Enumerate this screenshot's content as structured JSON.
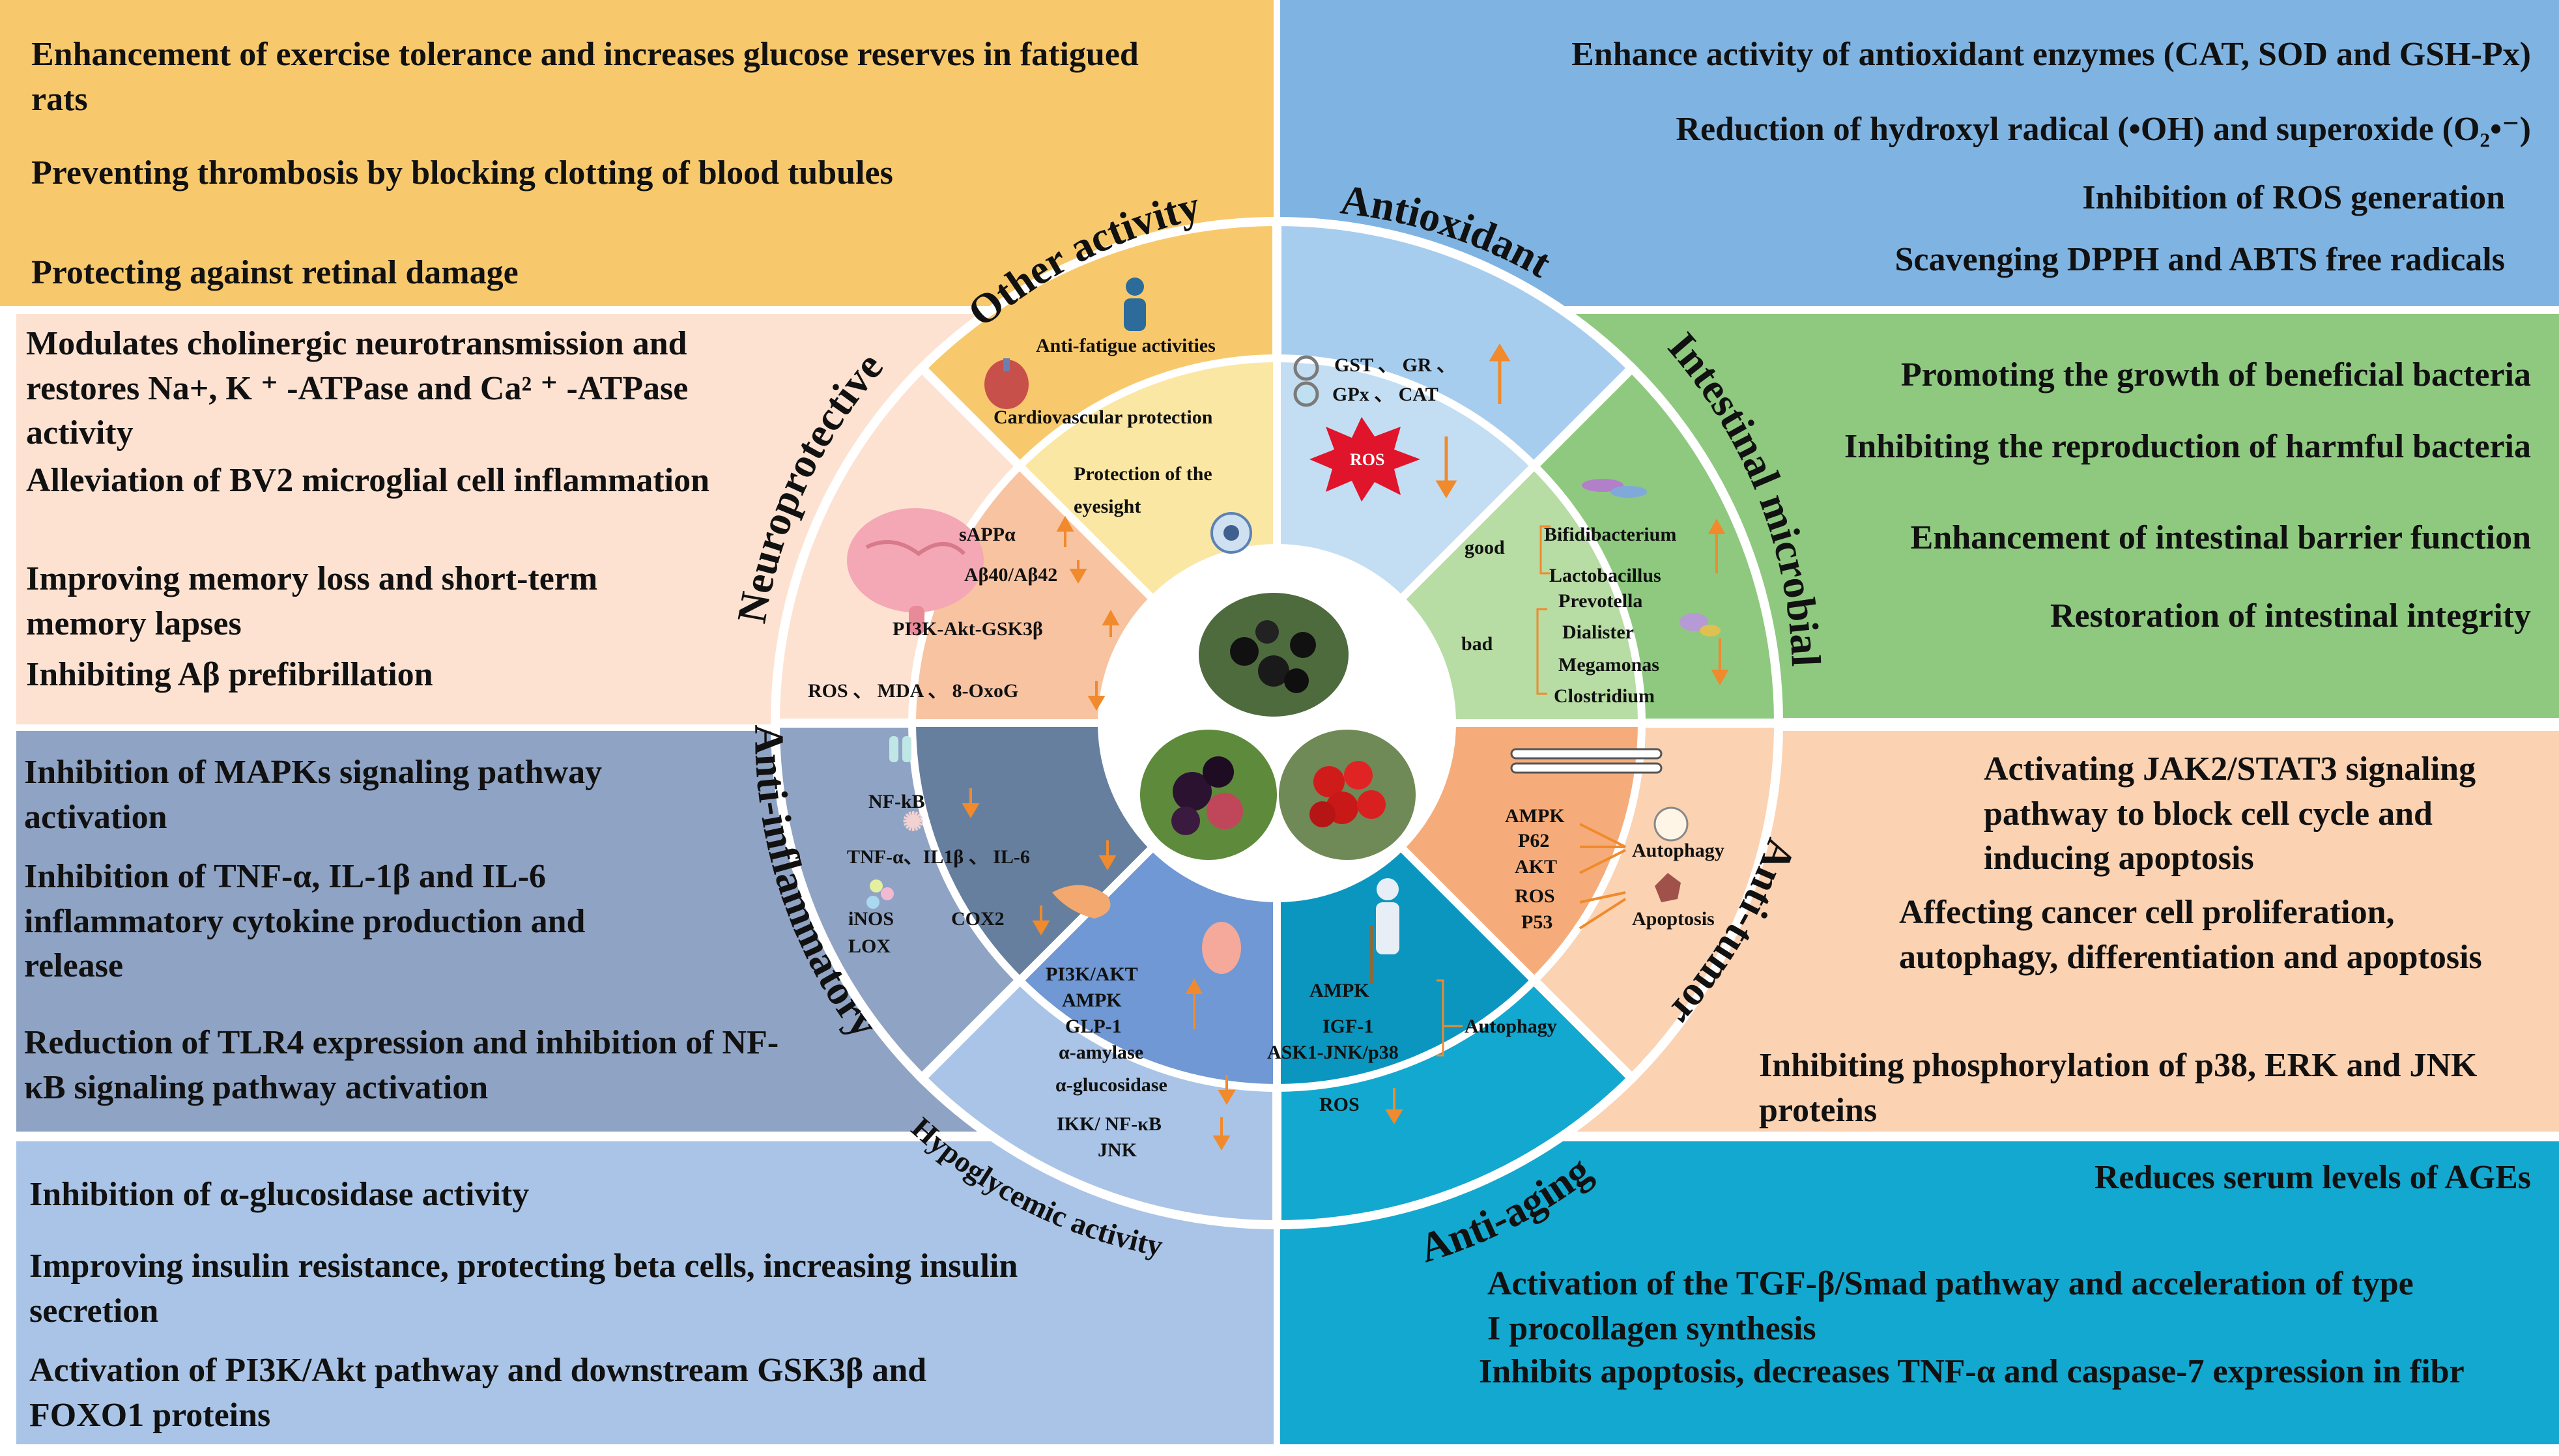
{
  "colors": {
    "other": "#f8c96c",
    "antioxidant": "#7fb4e2",
    "intestinal": "#8ec97f",
    "neuro": "#fde2d2",
    "antiinflam": "#8fa3c4",
    "hypoglycemic": "#a9c4e6",
    "antitumor": "#fbd2b2",
    "antiaging": "#13a8cf",
    "arrow": "#f08a2c"
  },
  "panels": {
    "other": [
      "Enhancement of exercise tolerance and increases glucose reserves in fatigued rats",
      "Preventing thrombosis by blocking clotting of blood tubules",
      "Protecting against retinal damage"
    ],
    "antioxidant": [
      "Enhance activity of antioxidant enzymes (CAT, SOD and GSH-Px)",
      "Reduction of hydroxyl radical (•OH) and superoxide (O₂•⁻)",
      "Inhibition of ROS generation",
      "Scavenging DPPH and ABTS free radicals"
    ],
    "neuro": [
      "Modulates cholinergic neurotransmission and restores Na+, K ⁺ -ATPase and Ca² ⁺ -ATPase activity",
      "Alleviation of BV2 microglial cell inflammation",
      "Improving memory loss and short-term memory lapses",
      "Inhibiting Aβ prefibrillation"
    ],
    "intestinal": [
      "Promoting the growth of beneficial bacteria",
      "Inhibiting the reproduction of harmful bacteria",
      "Enhancement of intestinal barrier function",
      "Restoration of intestinal integrity"
    ],
    "antiinflam": [
      "Inhibition of MAPKs signaling pathway activation",
      "Inhibition of TNF-α, IL-1β and IL-6 inflammatory cytokine production and release",
      "Reduction of TLR4 expression and inhibition of NF-κB signaling pathway activation"
    ],
    "antitumor": [
      "Activating JAK2/STAT3 signaling pathway to block cell cycle and inducing apoptosis",
      "Affecting cancer cell proliferation, autophagy, differentiation and apoptosis",
      "Inhibiting phosphorylation of p38, ERK and JNK proteins"
    ],
    "hypoglycemic": [
      "Inhibition of α-glucosidase activity",
      "Improving insulin resistance, protecting beta cells, increasing insulin secretion",
      "Activation of PI3K/Akt pathway and  downstream GSK3β and FOXO1 proteins"
    ],
    "antiaging": [
      "Reduces serum levels of AGEs",
      "Activation of the TGF-β/Smad pathway and acceleration of type I procollagen synthesis",
      "Inhibits apoptosis, decreases TNF-α and caspase-7 expression in fibr"
    ]
  },
  "sections": {
    "other": "Other activity",
    "antioxidant": "Antioxidant",
    "intestinal": "Intestinal microbial",
    "antitumor": "Anti-tumor",
    "antiaging": "Anti-aging",
    "hypoglycemic": "Hypoglycemic activity",
    "antiinflam": "Anti-inflammatory",
    "neuro": "Neuroprotective"
  },
  "inner": {
    "other": {
      "a": "Anti-fatigue activities",
      "b": "Cardiovascular protection",
      "c1": "Protection of the",
      "c2": "eyesight"
    },
    "antioxidant": {
      "a": "GST 、 GR 、",
      "b": "GPx 、 CAT",
      "ros": "ROS"
    },
    "intestinal": {
      "good": "good",
      "bad": "bad",
      "b1": "Bifidibacterium",
      "b2": "Lactobacillus",
      "h1": "Prevotella",
      "h2": "Dialister",
      "h3": "Megamonas",
      "h4": "Clostridium"
    },
    "antitumor": {
      "m1": "AMPK",
      "m2": "P62",
      "m3": "AKT",
      "m4": "ROS",
      "m5": "P53",
      "o1": "Autophagy",
      "o2": "Apoptosis"
    },
    "antiaging": {
      "a": "AMPK",
      "b": "IGF-1",
      "c": "ASK1-JNK/p38",
      "d": "ROS",
      "o": "Autophagy"
    },
    "hypoglycemic": {
      "a": "PI3K/AKT",
      "b": "AMPK",
      "c": "GLP-1",
      "d": "α-amylase",
      "e": "α-glucosidase",
      "f": "IKK/ NF-κB",
      "g": "JNK"
    },
    "antiinflam": {
      "a": "NF-kB",
      "b": "TNF-α、IL1β 、 IL-6",
      "c": "iNOS",
      "d": "COX2",
      "e": "LOX"
    },
    "neuro": {
      "a": "sAPPα",
      "b": "Aβ40/Aβ42",
      "c": "PI3K-Akt-GSK3β",
      "d": "ROS 、 MDA 、 8-OxoG"
    }
  }
}
